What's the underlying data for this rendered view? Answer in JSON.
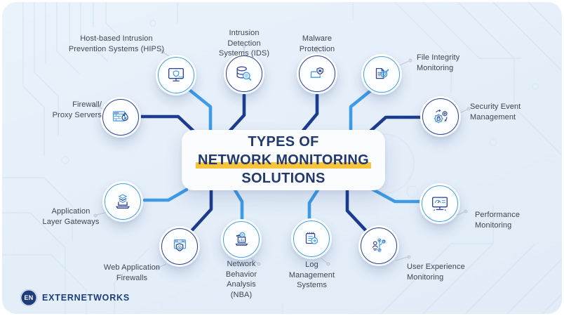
{
  "title": {
    "line1": "TYPES OF",
    "line2": "NETWORK MONITORING",
    "line3": "SOLUTIONS"
  },
  "logo": {
    "abbr": "EN",
    "name": "EXTERNETWORKS"
  },
  "colors": {
    "navy": "#1d3c8f",
    "light_blue": "#3f9be6",
    "highlight_yellow": "#f7c53d",
    "label_text": "#3d4654",
    "card_background": "#e6effa"
  },
  "nodes": [
    {
      "id": "hips",
      "label": "Host-based Intrusion\nPrevention Systems (HIPS)",
      "icon": "monitor-shield-icon",
      "ring": "blue"
    },
    {
      "id": "ids",
      "label": "Intrusion\nDetection\nSystems (IDS)",
      "icon": "database-magnifier-icon",
      "ring": "navy"
    },
    {
      "id": "malware",
      "label": "Malware\nProtection",
      "icon": "laptop-bug-shield-icon",
      "ring": "navy"
    },
    {
      "id": "file-integrity",
      "label": "File Integrity\nMonitoring",
      "icon": "document-shield-magnifier-icon",
      "ring": "blue"
    },
    {
      "id": "firewall",
      "label": "Firewall/\nProxy Servers",
      "icon": "firewall-flame-icon",
      "ring": "navy"
    },
    {
      "id": "security-event",
      "label": "Security Event\nManagement",
      "icon": "gears-lock-icon",
      "ring": "navy"
    },
    {
      "id": "app-layer",
      "label": "Application\nLayer Gateways",
      "icon": "laptop-layers-icon",
      "ring": "blue"
    },
    {
      "id": "performance",
      "label": "Performance\nMonitoring",
      "icon": "monitor-gauge-icon",
      "ring": "blue"
    },
    {
      "id": "web-app-firewall",
      "label": "Web Application\nFirewalls",
      "icon": "browser-shield-icon",
      "ring": "navy"
    },
    {
      "id": "nba",
      "label": "Network\nBehavior\nAnalysis\n(NBA)",
      "icon": "laptop-chart-magnifier-icon",
      "ring": "blue"
    },
    {
      "id": "log-management",
      "label": "Log\nManagement\nSystems",
      "icon": "notepad-sync-icon",
      "ring": "blue"
    },
    {
      "id": "user-experience",
      "label": "User Experience\nMonitoring",
      "icon": "user-journey-icon",
      "ring": "navy"
    }
  ]
}
